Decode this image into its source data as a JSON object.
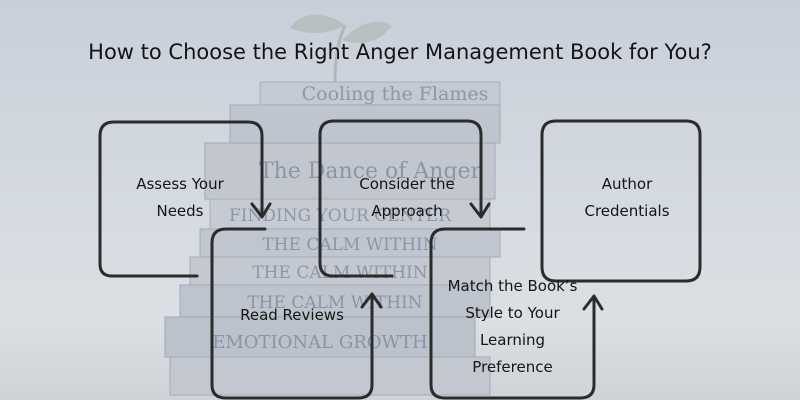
{
  "title": "How to Choose the Right Anger Management Book for You?",
  "steps": [
    {
      "line1": "Assess Your",
      "line2": "Needs"
    },
    {
      "line1": "Consider the",
      "line2": "Approach"
    },
    {
      "line1": "Author",
      "line2": "Credentials"
    },
    {
      "line1": "Read Reviews"
    },
    {
      "line1": "Match the Book’s",
      "line2": "Style to Your",
      "line3": "Learning",
      "line4": "Preference"
    }
  ],
  "background_book_titles": [
    "Cooling the Flames",
    "The Dance of Anger",
    "FINDING YOUR CENTER",
    "THE CALM WITHIN",
    "THE CALM WITHIN",
    "THE CALM WITHIN",
    "EMOTIONAL GROWTH"
  ],
  "colors": {
    "background": "#d3d8df",
    "outline": "#2b2b2b",
    "text": "#151515"
  }
}
